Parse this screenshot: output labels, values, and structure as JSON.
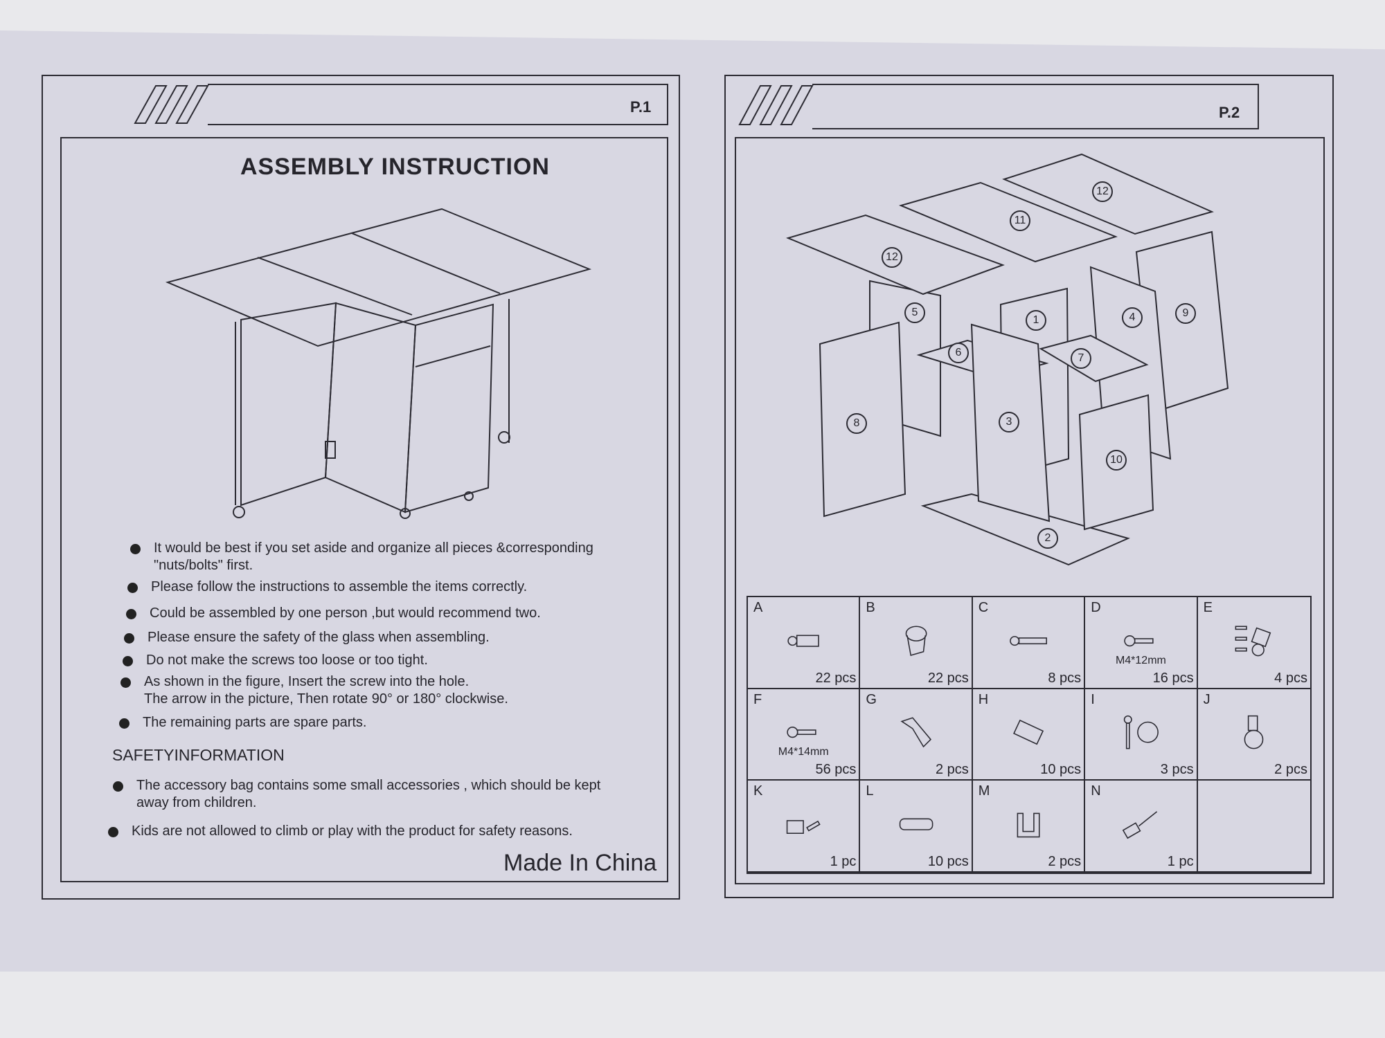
{
  "page1": {
    "page_label": "P.1",
    "title": "ASSEMBLY INSTRUCTION",
    "bullets": [
      "It would be best if you set aside and organize all pieces &corresponding",
      "\"nuts/bolts\" first.",
      "Please follow the instructions to assemble the items correctly.",
      "Could be assembled by one person ,but would recommend two.",
      "Please ensure the safety of the glass when assembling.",
      "Do not make the screws too loose or too tight.",
      "As shown in the figure, Insert the screw into the hole.",
      "The arrow in the picture, Then rotate 90° or 180° clockwise.",
      "The remaining parts are spare parts."
    ],
    "safety_heading": "SAFETYINFORMATION",
    "safety": [
      "The accessory bag contains some small accessories , which should be kept",
      "away from children.",
      "Kids are not allowed to climb or play with the product for safety reasons."
    ],
    "made_in": "Made In China"
  },
  "page2": {
    "page_label": "P.2",
    "panel_numbers": [
      "12",
      "11",
      "12",
      "5",
      "1",
      "4",
      "9",
      "6",
      "7",
      "8",
      "3",
      "10",
      "2"
    ],
    "parts": [
      {
        "letter": "A",
        "qty": "22 pcs",
        "spec": ""
      },
      {
        "letter": "B",
        "qty": "22 pcs",
        "spec": ""
      },
      {
        "letter": "C",
        "qty": "8 pcs",
        "spec": ""
      },
      {
        "letter": "D",
        "qty": "16 pcs",
        "spec": "M4*12mm"
      },
      {
        "letter": "E",
        "qty": "4 pcs",
        "spec": ""
      },
      {
        "letter": "F",
        "qty": "56 pcs",
        "spec": "M4*14mm"
      },
      {
        "letter": "G",
        "qty": "2 pcs",
        "spec": ""
      },
      {
        "letter": "H",
        "qty": "10 pcs",
        "spec": ""
      },
      {
        "letter": "I",
        "qty": "3 pcs",
        "spec": ""
      },
      {
        "letter": "J",
        "qty": "2 pcs",
        "spec": ""
      },
      {
        "letter": "K",
        "qty": "1 pc",
        "spec": ""
      },
      {
        "letter": "L",
        "qty": "10 pcs",
        "spec": ""
      },
      {
        "letter": "M",
        "qty": "2 pcs",
        "spec": ""
      },
      {
        "letter": "N",
        "qty": "1 pc",
        "spec": ""
      }
    ]
  }
}
